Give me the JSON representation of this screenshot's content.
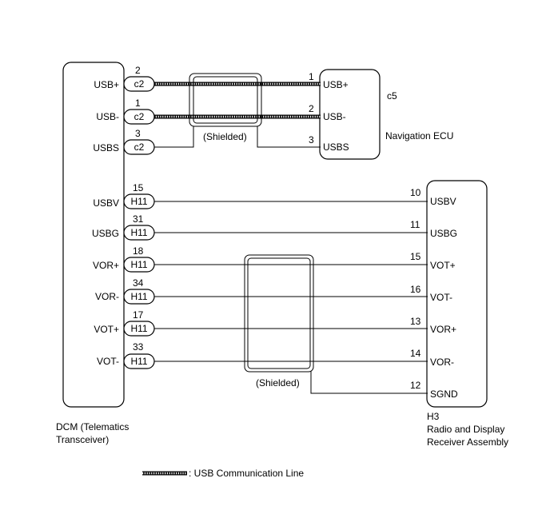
{
  "dcm": {
    "name_line1": "DCM (Telematics",
    "name_line2": "Transceiver)",
    "pins": [
      {
        "label": "USB+",
        "connector": "c2",
        "num": "2"
      },
      {
        "label": "USB-",
        "connector": "c2",
        "num": "1"
      },
      {
        "label": "USBS",
        "connector": "c2",
        "num": "3"
      },
      {
        "label": "USBV",
        "connector": "H11",
        "num": "15"
      },
      {
        "label": "USBG",
        "connector": "H11",
        "num": "31"
      },
      {
        "label": "VOR+",
        "connector": "H11",
        "num": "18"
      },
      {
        "label": "VOR-",
        "connector": "H11",
        "num": "34"
      },
      {
        "label": "VOT+",
        "connector": "H11",
        "num": "17"
      },
      {
        "label": "VOT-",
        "connector": "H11",
        "num": "33"
      }
    ]
  },
  "nav": {
    "connector": "c5",
    "name": "Navigation ECU",
    "pins": [
      {
        "label": "USB+",
        "num": "1"
      },
      {
        "label": "USB-",
        "num": "2"
      },
      {
        "label": "USBS",
        "num": "3"
      }
    ]
  },
  "radio": {
    "connector": "H3",
    "name_line1": "Radio and Display",
    "name_line2": "Receiver Assembly",
    "pins": [
      {
        "label": "USBV",
        "num": "10"
      },
      {
        "label": "USBG",
        "num": "11"
      },
      {
        "label": "VOT+",
        "num": "15"
      },
      {
        "label": "VOT-",
        "num": "16"
      },
      {
        "label": "VOR+",
        "num": "13"
      },
      {
        "label": "VOR-",
        "num": "14"
      },
      {
        "label": "SGND",
        "num": "12"
      }
    ]
  },
  "shield_labels": {
    "upper": "(Shielded)",
    "lower": "(Shielded)"
  },
  "legend": {
    "text": ": USB Communication Line"
  }
}
